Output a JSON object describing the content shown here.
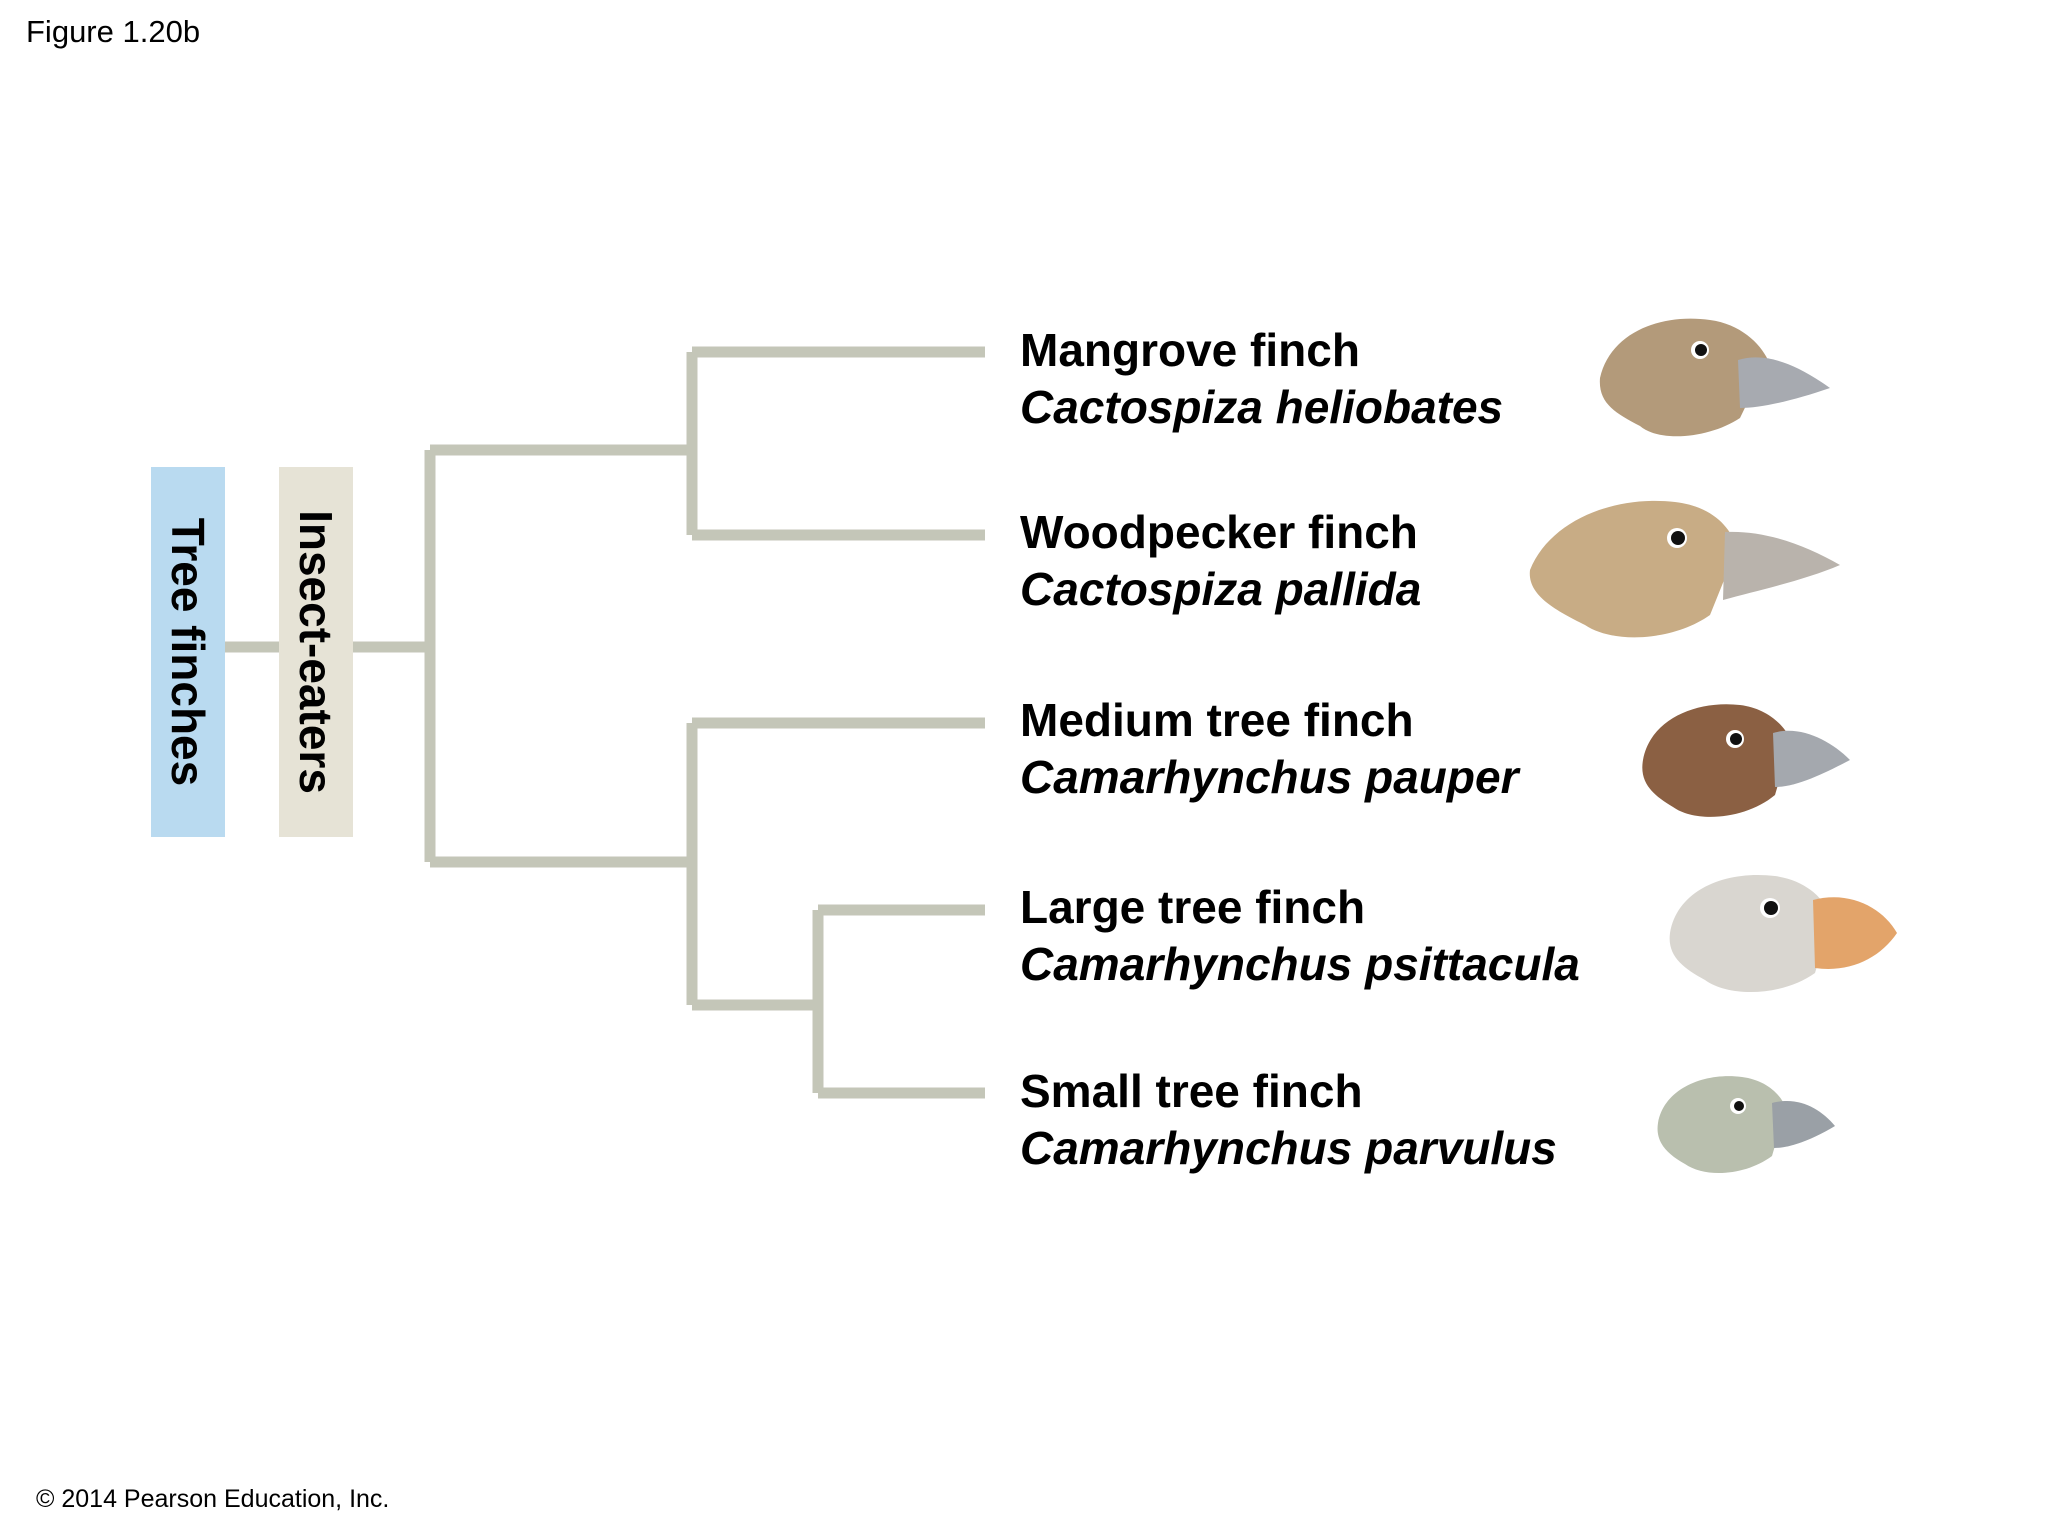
{
  "figure_label": "Figure 1.20b",
  "copyright": "© 2014 Pearson Education, Inc.",
  "groups": {
    "tree_finches": "Tree finches",
    "insect_eaters": "Insect-eaters"
  },
  "species": [
    {
      "common": "Mangrove finch",
      "scientific": "Cactospiza heliobates",
      "head_color": "#b39a7a",
      "beak_color": "#a7aab0"
    },
    {
      "common": "Woodpecker finch",
      "scientific": "Cactospiza pallida",
      "head_color": "#c8ac85",
      "beak_color": "#b9b3ac"
    },
    {
      "common": "Medium tree finch",
      "scientific": "Camarhynchus pauper",
      "head_color": "#8b6043",
      "beak_color": "#a4a8ae"
    },
    {
      "common": "Large tree finch",
      "scientific": "Camarhynchus psittacula",
      "head_color": "#d9d6d0",
      "beak_color": "#e3a46a"
    },
    {
      "common": "Small tree finch",
      "scientific": "Camarhynchus parvulus",
      "head_color": "#b9bfae",
      "beak_color": "#9aa0a6"
    }
  ],
  "colors": {
    "branch": "#c4c6b8"
  }
}
